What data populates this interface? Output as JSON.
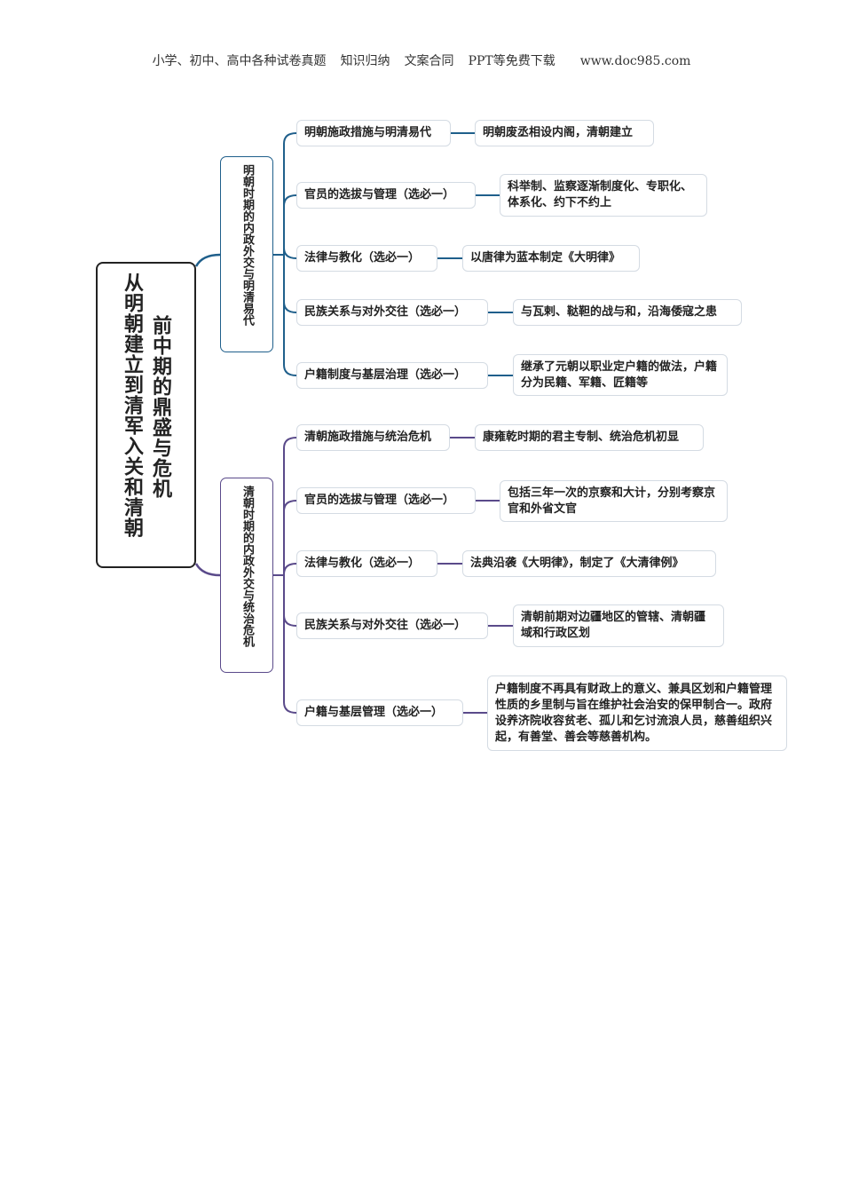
{
  "header": {
    "items": [
      "小学、初中、高中各种试卷真题",
      "知识归纳",
      "文案合同",
      "PPT等免费下载",
      "www.doc985.com"
    ]
  },
  "colors": {
    "ming": "#1f5f8b",
    "qing": "#5a4a8a"
  },
  "root": {
    "line1": "从明朝建立到清军入关和清朝",
    "line2": "前中期的鼎盛与危机"
  },
  "branches": [
    {
      "title": "明朝时期的内政外交与明清易代",
      "topics": [
        {
          "label": "明朝施政措施与明清易代",
          "detail": "明朝废丞相设内阁，清朝建立"
        },
        {
          "label": "官员的选拔与管理（选必一）",
          "detail": "科举制、监察逐渐制度化、专职化、体系化、约下不约上"
        },
        {
          "label": "法律与教化（选必一）",
          "detail": "以唐律为蓝本制定《大明律》"
        },
        {
          "label": "民族关系与对外交往（选必一）",
          "detail": "与瓦剌、鞑靼的战与和，沿海倭寇之患"
        },
        {
          "label": "户籍制度与基层治理（选必一）",
          "detail": "继承了元朝以职业定户籍的做法，户籍分为民籍、军籍、匠籍等"
        }
      ]
    },
    {
      "title": "清朝时期的内政外交与统治危机",
      "topics": [
        {
          "label": "清朝施政措施与统治危机",
          "detail": "康雍乾时期的君主专制、统治危机初显"
        },
        {
          "label": "官员的选拔与管理（选必一）",
          "detail": "包括三年一次的京察和大计，分别考察京官和外省文官"
        },
        {
          "label": "法律与教化（选必一）",
          "detail": "法典沿袭《大明律》，制定了《大清律例》"
        },
        {
          "label": "民族关系与对外交往（选必一）",
          "detail": "清朝前期对边疆地区的管辖、清朝疆域和行政区划"
        },
        {
          "label": "户籍与基层管理（选必一）",
          "detail": "户籍制度不再具有财政上的意义、兼具区划和户籍管理性质的乡里制与旨在维护社会治安的保甲制合一。政府设养济院收容贫老、孤儿和乞讨流浪人员，慈善组织兴起，有善堂、善会等慈善机构。"
        }
      ]
    }
  ]
}
